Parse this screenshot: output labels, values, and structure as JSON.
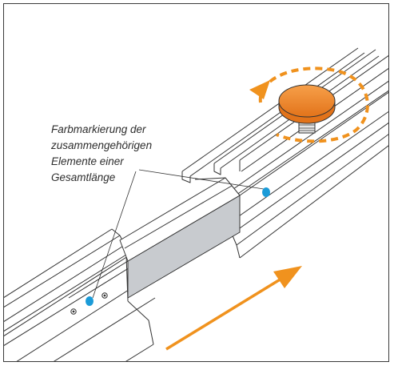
{
  "callout": {
    "lines": [
      "Farbmarkierung der",
      "zusammengehörigen",
      "Elemente einer",
      "Gesamtlänge"
    ]
  },
  "colors": {
    "marker": "#1b9bd8",
    "knob": "#f0821e",
    "arrow": "#f0921e",
    "insert": "#c8cbcf",
    "outline": "#333333"
  },
  "icons": {
    "rotation": "rotate-dashed-arrow-icon",
    "slide": "slide-direction-arrow-icon"
  }
}
